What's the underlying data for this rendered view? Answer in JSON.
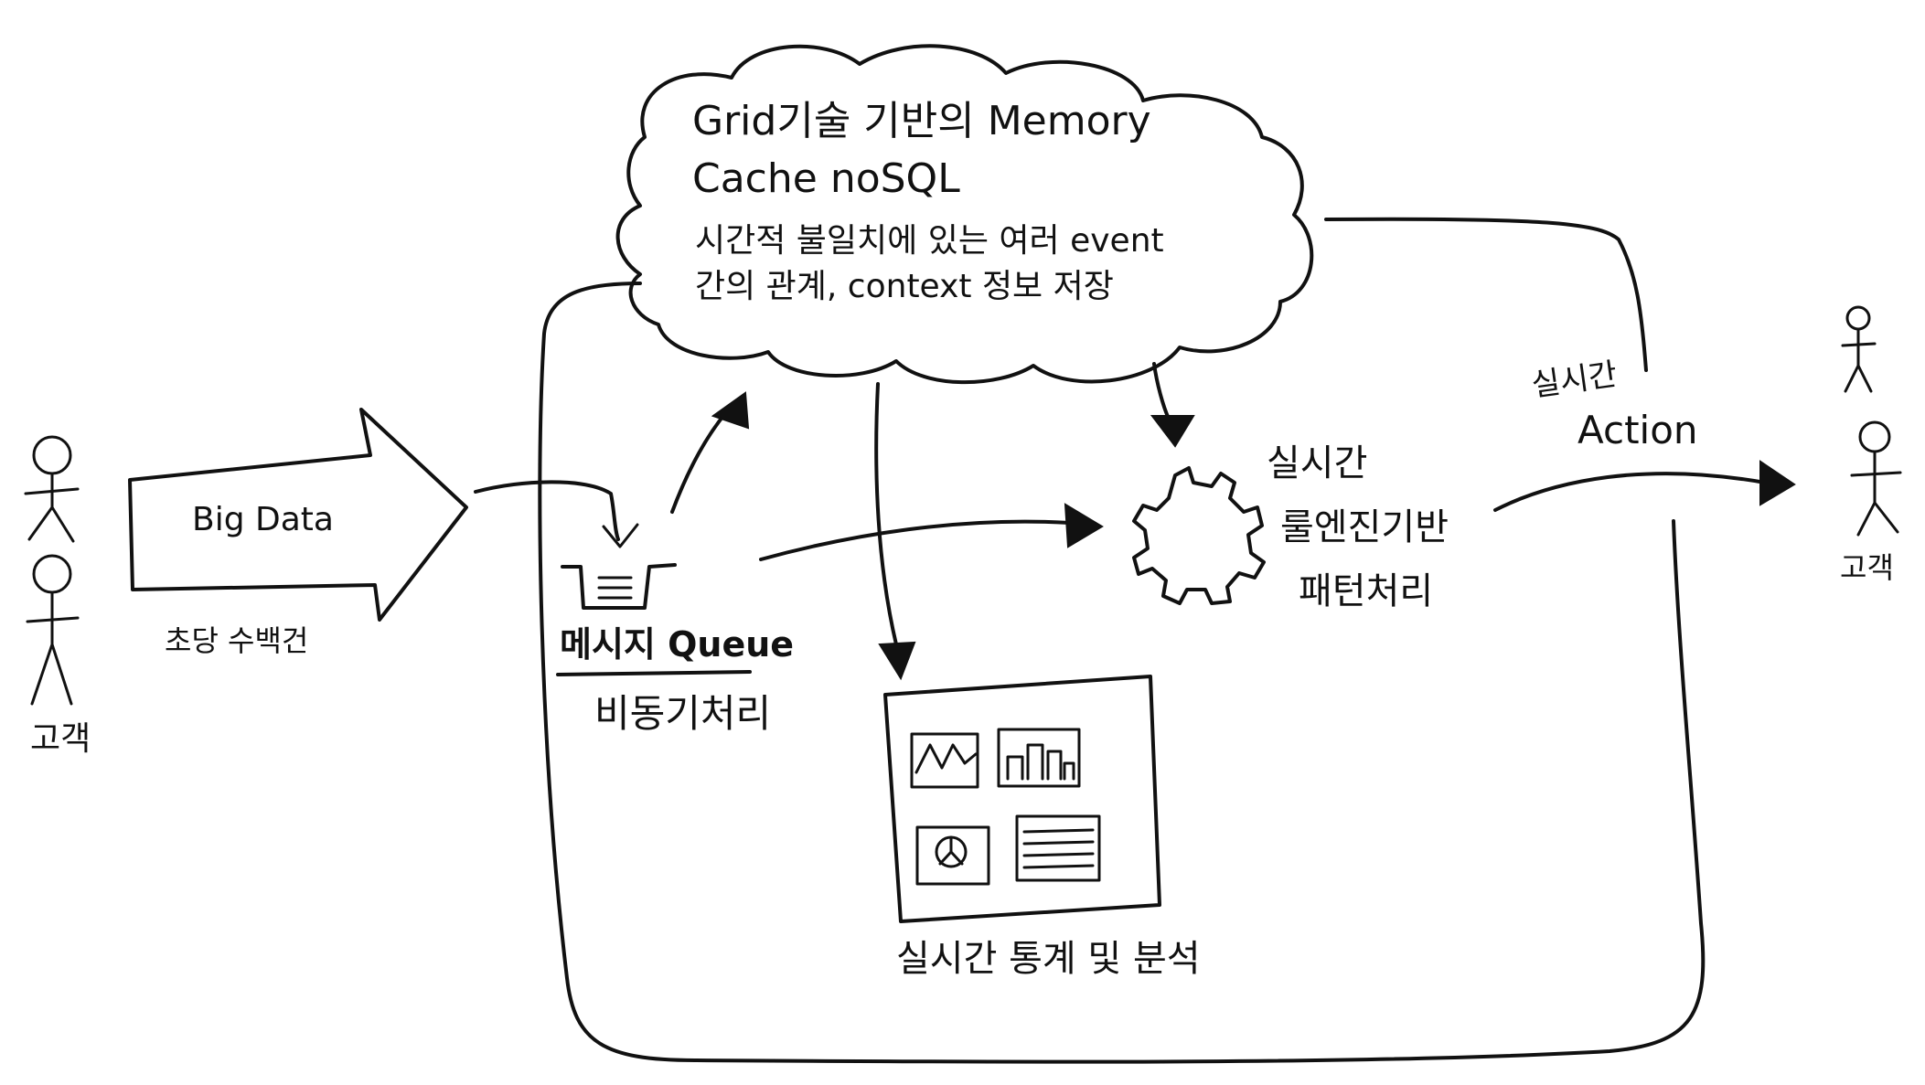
{
  "left_customers": {
    "label": "고객"
  },
  "right_customers": {
    "label": "고객"
  },
  "input_arrow": {
    "label": "Big Data",
    "rate_label": "초당 수백건"
  },
  "cloud": {
    "title_line1": "Grid기술 기반의 Memory",
    "title_line2": "Cache noSQL",
    "desc_line1": "시간적 불일치에 있는 여러 event",
    "desc_line2": "간의 관계, context 정보 저장"
  },
  "queue": {
    "label": "메시지 Queue",
    "sub_label": "비동기처리"
  },
  "engine": {
    "line1": "실시간",
    "line2": "룰엔진기반",
    "line3": "패턴처리"
  },
  "action": {
    "line1": "실시간",
    "line2": "Action"
  },
  "dashboard": {
    "label": "실시간 통계 및 분석"
  }
}
